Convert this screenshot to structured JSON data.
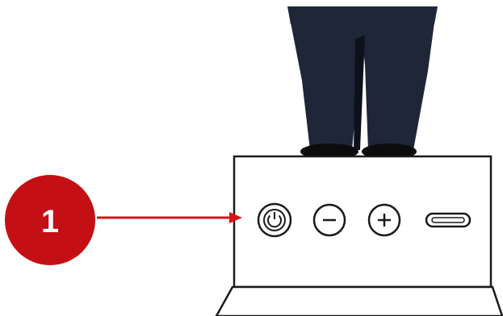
{
  "callout": {
    "number": "1",
    "badge_color": "#c40f14",
    "arrow_color": "#d8141b",
    "text_color": "#ffffff",
    "points_to": "power-button"
  },
  "device": {
    "body_color": "#ffffff",
    "outline_color": "#1a1a1a",
    "buttons": [
      {
        "name": "power-button",
        "icon": "power-icon"
      },
      {
        "name": "volume-down-button",
        "icon": "minus-icon"
      },
      {
        "name": "volume-up-button",
        "icon": "plus-icon"
      },
      {
        "name": "usb-c-port",
        "icon": "usb-c-port-icon"
      }
    ]
  },
  "figure": {
    "trouser_color": "#1f2638",
    "shoe_color": "#0c0c0c"
  }
}
